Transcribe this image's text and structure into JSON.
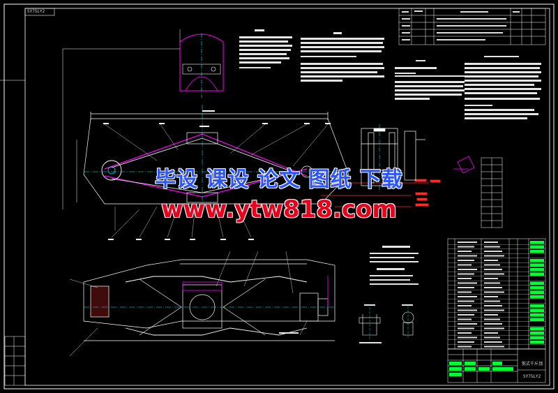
{
  "drawing": {
    "corner_label": "SY75LY2",
    "title_block_name": "剪式千斤顶",
    "title_block_code": "SY75LY2"
  },
  "watermark": {
    "line1": "毕设 课设 论文 图纸 下载",
    "line2": "www.ytw818.com"
  },
  "colors": {
    "background": "#000000",
    "border": "#ffffff",
    "part_outline": "#ffffff",
    "detail_magenta": "#ff00ff",
    "centerline_cyan": "#00ffff",
    "green_highlight": "#00ff33",
    "red_dimension": "#ff2a2a",
    "watermark_blue": "#2a55ff",
    "watermark_red": "#e8001c"
  }
}
